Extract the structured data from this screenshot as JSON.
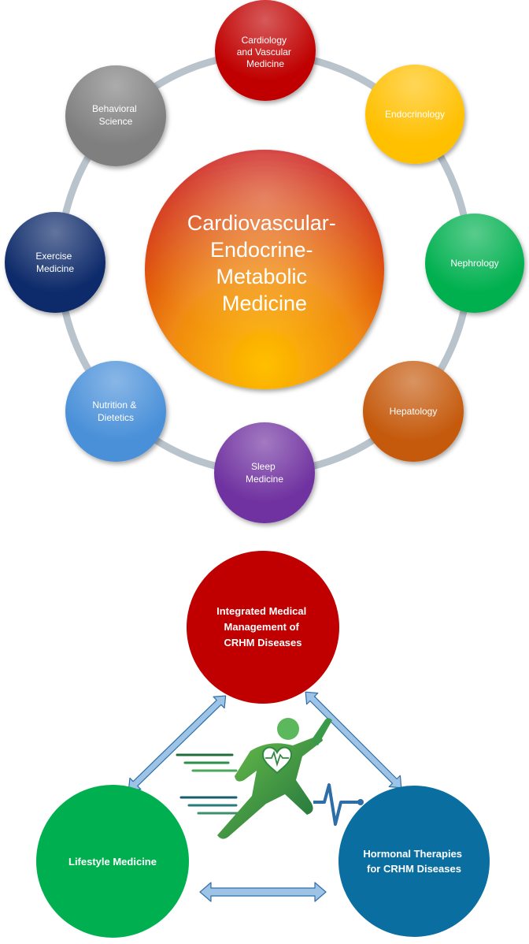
{
  "top_diagram": {
    "center": {
      "lines": [
        "Cardiovascular-",
        "Endocrine-",
        "Metabolic",
        "Medicine"
      ],
      "color": "#e8621a"
    },
    "satellites": [
      {
        "key": "cardiology",
        "lines": [
          "Cardiology",
          "and Vascular",
          "Medicine"
        ],
        "color": "#c00000"
      },
      {
        "key": "endocrinology",
        "lines": [
          "Endocrinology"
        ],
        "color": "#ffc000"
      },
      {
        "key": "nephrology",
        "lines": [
          "Nephrology"
        ],
        "color": "#00b050"
      },
      {
        "key": "hepatology",
        "lines": [
          "Hepatology"
        ],
        "color": "#c55a11"
      },
      {
        "key": "sleep",
        "lines": [
          "Sleep",
          "Medicine"
        ],
        "color": "#7030a0"
      },
      {
        "key": "nutrition",
        "lines": [
          "Nutrition &",
          "Dietetics"
        ],
        "color": "#4a90d9"
      },
      {
        "key": "exercise",
        "lines": [
          "Exercise",
          "Medicine"
        ],
        "color": "#0e2a6b"
      },
      {
        "key": "behavioral",
        "lines": [
          "Behavioral",
          "Science"
        ],
        "color": "#7f7f7f"
      }
    ]
  },
  "bottom_diagram": {
    "nodes": [
      {
        "key": "integrated",
        "lines": [
          "Integrated Medical",
          "Management of",
          "CRHM Diseases"
        ],
        "color": "#c00000"
      },
      {
        "key": "lifestyle",
        "lines": [
          "Lifestyle Medicine"
        ],
        "color": "#00b050"
      },
      {
        "key": "hormonal",
        "lines": [
          "Hormonal Therapies",
          "for CRHM Diseases"
        ],
        "color": "#0a6fa0"
      }
    ],
    "arrow_color": "#9dc3e6",
    "runner_icon": "running-person-heart-icon"
  }
}
